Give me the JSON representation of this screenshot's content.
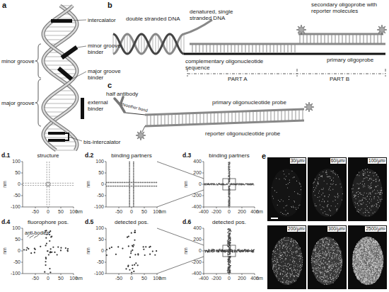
{
  "diagram": {
    "nodes": [
      {
        "text": [
          "d.1",
          "structure"
        ]
      },
      {
        "text": [
          "d.2",
          "binding partners"
        ]
      },
      {
        "text": [
          "d.3",
          "binding partners"
        ]
      },
      {
        "text": [
          "d.4",
          "fluorophore pos.",
          "anti-bodies"
        ]
      },
      {
        "text": [
          "d.5",
          "detected pos."
        ]
      },
      {
        "text": [
          "d.6",
          "detected pos."
        ]
      },
      {
        "text": [
          "30/µm²"
        ]
      },
      {
        "text": [
          "60/µm²"
        ]
      },
      {
        "text": [
          "100/µm²"
        ]
      },
      {
        "text": [
          "200/µm²"
        ]
      },
      {
        "text": [
          "300/µm²"
        ]
      },
      {
        "text": [
          "2500/µm²"
        ]
      }
    ],
    "edges": [
      {
        "from": 1,
        "to": 2,
        "arrow": "none"
      },
      {
        "from": 4,
        "to": 5,
        "arrow": "none"
      }
    ],
    "labels": [
      "a",
      "intercalator",
      "minor groove binder",
      "major groove binder",
      "external binder",
      "bis-intercalator",
      "minor groove",
      "major groove",
      "b",
      "double stranded DNA",
      "denatured, single stranded DNA",
      "secondary oligoprobe with reporter molecules",
      "complementary oligonucleotide sequence",
      "primary oligoprobe",
      "PART A",
      "PART B",
      "c",
      "half antibody",
      "thioether bond",
      "primary oligonucleotide probe",
      "reporter oligonucleotide probe",
      "e",
      "100",
      "50",
      "0",
      "-50",
      "-100",
      "-50",
      "0",
      "50",
      "100",
      "nm",
      "nm",
      "100",
      "50",
      "0",
      "-50",
      "-100",
      "-50",
      "0",
      "50",
      "100",
      "nm",
      "nm",
      "400",
      "200",
      "0",
      "-200",
      "-400",
      "-400",
      "-200",
      "0",
      "200",
      "400",
      "nm",
      "nm",
      "100",
      "50",
      "0",
      "-50",
      "-100",
      "-50",
      "0",
      "50",
      "100",
      "nm",
      "nm",
      "100",
      "50",
      "0",
      "-50",
      "-100",
      "-50",
      "0",
      "50",
      "100",
      "nm",
      "nm",
      "400",
      "200",
      "0",
      "-200",
      "-400",
      "-400",
      "-200",
      "0",
      "200",
      "400",
      "nm",
      "nm"
    ]
  }
}
